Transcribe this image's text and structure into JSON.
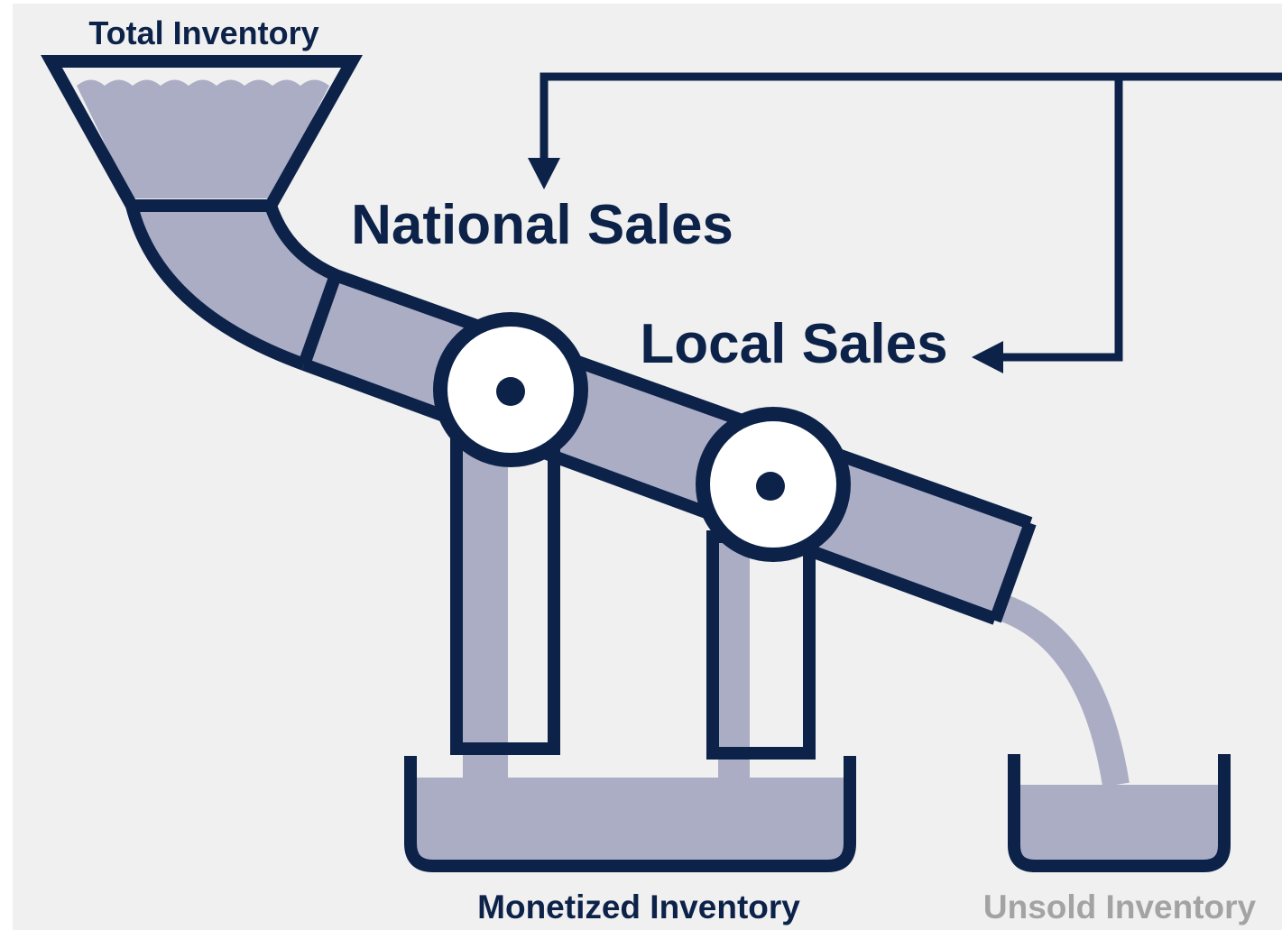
{
  "colors": {
    "navy": "#0c2249",
    "fill": "#abadc5",
    "background": "#f0f0f0",
    "unsold_label": "#a3a3a3"
  },
  "labels": {
    "total_inventory": "Total Inventory",
    "national_sales": "National Sales",
    "local_sales": "Local Sales",
    "monetized_inventory": "Monetized Inventory",
    "unsold_inventory": "Unsold Inventory"
  }
}
